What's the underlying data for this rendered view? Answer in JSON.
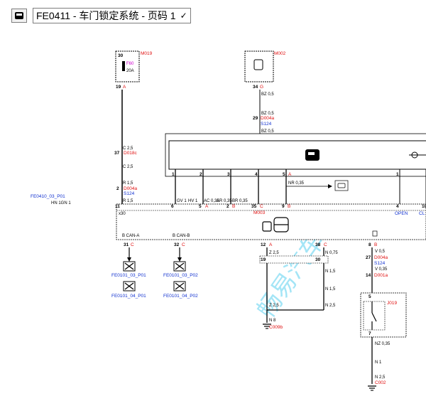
{
  "header": {
    "page_code": "FE0411",
    "title": "FE0411 - 车门锁定系统 - 页码 1",
    "icon": "car-lock-icon"
  },
  "components": {
    "m019": {
      "id": "M019",
      "pin_top": "30",
      "fuse": "F60",
      "amp": "20A",
      "pin": "19",
      "pin_letter": "A"
    },
    "m002": {
      "id": "M002",
      "pin": "34",
      "pin_letter": "G"
    },
    "m003": {
      "id": "M003",
      "pin_x30": "x30"
    },
    "j019": {
      "id": "J019",
      "pin5": "5",
      "pin7": "7"
    },
    "ground_1": {
      "id": "C009b"
    },
    "ground_2": {
      "id": "C002"
    }
  },
  "wires": {
    "bz05_a": "BZ 0,5",
    "bz05_b": "BZ 0,5",
    "bz05_c": "BZ 0,5",
    "c25_a": "C 2,5",
    "c25_b": "C 2,5",
    "r15_a": "R 1,5",
    "r15_b": "R 1,5",
    "gv1": "GV 1",
    "hv1": "HV 1",
    "ac035": "AC 0,35",
    "ar035": "AR 0,35",
    "br035": "BR 0,35",
    "nr035": "NR 0,35",
    "hn1gn1": "HN 1GN 1",
    "z25_a": "Z 2,5",
    "z25_b": "Z 2,5",
    "n075": "N 0,75",
    "n15": "N 1,5",
    "n25_a": "N 2,5",
    "n8": "N 8",
    "v05_a": "V 0,5",
    "v05_b": "V 0,35",
    "nz035": "NZ 0,35",
    "n1": "N 1",
    "n25_b": "N 2,5"
  },
  "connectors": {
    "d018c": "D018c",
    "d004a_1": "D004a",
    "s124_1": "S124",
    "d004a_2": "D004a",
    "s124_2": "S124",
    "d004a_3": "D004a",
    "s124_3": "S124",
    "d001a": "D001a"
  },
  "pins": {
    "p37": "37",
    "p2": "2",
    "p11": "11",
    "p29": "29",
    "p6": "6",
    "d_1": "1",
    "d_2": "2",
    "d_3": "3",
    "d_4": "4",
    "d_5": "5",
    "d_5a": "A",
    "b_6": "6",
    "b_5": "5",
    "b_5a": "A",
    "b_2": "2",
    "b_2b": "B",
    "b_35": "35",
    "b_35c": "C",
    "b_9": "9",
    "b_9b": "B",
    "b_4": "4",
    "b_10": "10",
    "b_1r": "1",
    "c31": "31",
    "c31c": "C",
    "c32": "32",
    "c32c": "C",
    "c12": "12",
    "c12a": "A",
    "c38": "38",
    "c38c": "C",
    "c8": "8",
    "c8b": "B",
    "c19": "19",
    "c30": "30",
    "c27": "27",
    "c14": "14"
  },
  "bus": {
    "can_a": "B CAN-A",
    "can_b": "B CAN-B"
  },
  "switch_labels": {
    "open": "OPEN",
    "close": "CL"
  },
  "references": {
    "fe0410": "FE0410_03_P01",
    "fe0101_03_p01": "FE0101_03_P01",
    "fe0101_04_p01": "FE0101_04_P01",
    "fe0101_03_p02": "FE0101_03_P02",
    "fe0101_04_p02": "FE0101_04_P02"
  },
  "watermark": "畅易汽车",
  "colors": {
    "wire": "#000000",
    "pin_red": "#e01010",
    "ref_blue": "#1030d0",
    "fuse_magenta": "#d000d0",
    "watermark": "#5ad0f0"
  }
}
